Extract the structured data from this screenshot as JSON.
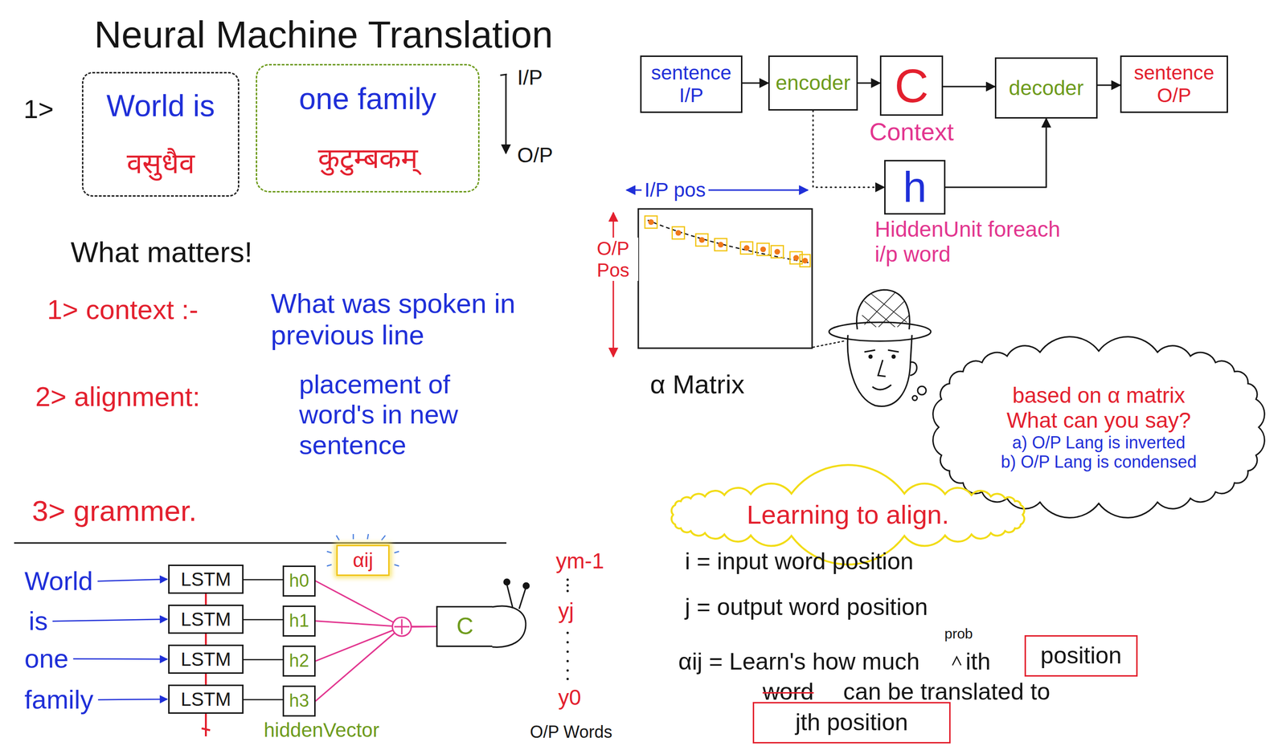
{
  "diagram": {
    "title": "Neural Machine Translation",
    "nodes": [
      {
        "text": [
          "World is",
          "वसुधैव"
        ]
      },
      {
        "text": [
          "one family",
          "कुटुम्बकम्"
        ]
      },
      {
        "text": [
          "sentence I/P"
        ]
      },
      {
        "text": [
          "encoder"
        ]
      },
      {
        "text": [
          "C",
          "Context"
        ]
      },
      {
        "text": [
          "decoder"
        ]
      },
      {
        "text": [
          "sentence O/P"
        ]
      },
      {
        "text": [
          "h",
          "HiddenUnit foreach i/p word"
        ]
      },
      {
        "text": [
          "based on α matrix What can you say?",
          "a) O/P Lang is inverted",
          "b) O/P Lang is condensed"
        ]
      },
      {
        "text": [
          "LSTM"
        ]
      },
      {
        "text": [
          "h0"
        ]
      },
      {
        "text": [
          "αij"
        ]
      },
      {
        "text": [
          "LSTM"
        ]
      },
      {
        "text": [
          "h1"
        ]
      },
      {
        "text": [
          "LSTM"
        ]
      },
      {
        "text": [
          "h2"
        ]
      },
      {
        "text": [
          "LSTM"
        ]
      },
      {
        "text": [
          "h3"
        ]
      },
      {
        "text": [
          "C"
        ]
      },
      {
        "text": [
          "Learning to align."
        ]
      },
      {
        "text": [
          "position"
        ]
      },
      {
        "text": [
          "jth position"
        ]
      }
    ],
    "edges": [
      {
        "from": 2,
        "to": 3,
        "arrow": "to"
      },
      {
        "from": 3,
        "to": 4,
        "arrow": "to"
      },
      {
        "from": 4,
        "to": 5,
        "arrow": "to"
      },
      {
        "from": 5,
        "to": 6,
        "arrow": "to"
      },
      {
        "from": 3,
        "to": 7,
        "arrow": "to"
      },
      {
        "from": 7,
        "to": 5,
        "arrow": "to"
      },
      {
        "from": 9,
        "to": 10,
        "arrow": "none"
      },
      {
        "from": 12,
        "to": 13,
        "arrow": "none"
      },
      {
        "from": 14,
        "to": 15,
        "arrow": "none"
      },
      {
        "from": 16,
        "to": 17,
        "arrow": "none"
      },
      {
        "from": 9,
        "to": 12,
        "arrow": "none"
      },
      {
        "from": 12,
        "to": 14,
        "arrow": "none"
      },
      {
        "from": 14,
        "to": 16,
        "arrow": "none"
      },
      {
        "from": 10,
        "to": 18,
        "arrow": "none"
      },
      {
        "from": 13,
        "to": 18,
        "arrow": "none"
      },
      {
        "from": 15,
        "to": 18,
        "arrow": "none"
      },
      {
        "from": 17,
        "to": 18,
        "arrow": "none"
      }
    ],
    "labels": [
      "1>",
      "I/P",
      "O/P",
      "What matters!",
      "1> context :-",
      "What was spoken in previous line",
      "2> alignment:",
      "placement of word's in new sentence",
      "3> grammer.",
      "I/P pos",
      "O/P Pos",
      "α Matrix",
      "World",
      "is",
      "one",
      "family",
      "hiddenVector",
      "ym-1",
      "yj",
      "y0",
      "O/P Words",
      "i = input word position",
      "j = output word position",
      "prob",
      "αij = Learn's how much",
      "ith",
      "word",
      "can be translated to"
    ]
  }
}
